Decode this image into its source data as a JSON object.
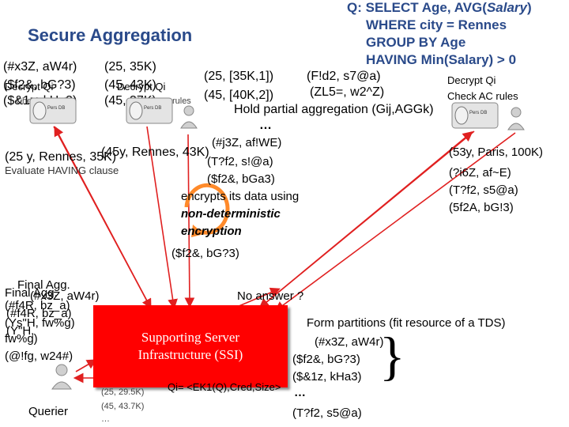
{
  "title": "Secure Aggregation",
  "query": {
    "line1_prefix": "Q",
    "line1_main": ": SELECT Age, AVG(",
    "line1_salary": "Salary",
    "line1_end": ")",
    "line2": "WHERE city = Rennes",
    "line3": "GROUP BY Age",
    "line4": "HAVING Min(Salary) > 0"
  },
  "left_group": {
    "col1": [
      "(#x3Z, aW4r)",
      "($f2&, bG?3)",
      "($&1z, kHa3)"
    ],
    "col1_overlay": [
      "Decrypt Qi",
      "Check AC rules"
    ],
    "col2": [
      "(25, 35K)",
      "(45, 43K)",
      "(45, 37K)"
    ],
    "col2_overlay": [
      "Decrypt Qi",
      "Check AC rules"
    ]
  },
  "middle_group": {
    "line1": "(25, [35K,1])",
    "line2": "(45, [40K,2])"
  },
  "right_top": {
    "line1": "(F!d2, s7@a)",
    "line2": "(ZL5=, w2^Z)",
    "decrypt": "Decrypt Qi",
    "check": "Check AC rules"
  },
  "hold_text": "Hold partial aggregation (Gij,AGGk)",
  "ellipsis": "…",
  "center": {
    "tuple1": "(#j3Z, af!WE)",
    "tuple2": "(T?f2, s!@a)",
    "tuple3": "($f2&, bGa3)",
    "enc1": "encrypts its data using",
    "enc2": "non-deterministic",
    "enc3": "encryption",
    "tuple4": "($f2&, bG?3)"
  },
  "left_mid": {
    "tuple1": "(25 y, Rennes, 35K)",
    "tuple2": "(45y, Rennes, 43K)",
    "evaluate": "Evaluate HAVING clause"
  },
  "right_mid": [
    "(53y, Paris, 100K)",
    "(?i6Z, af~E)",
    "(T?f2, s5@a)",
    "(5f2A, bG!3)"
  ],
  "final_agg": {
    "label1": "Final Agg.",
    "label2": "Final Agg.",
    "lines": [
      "(#x3Z, aW4r)",
      "(#f4R, bz_a)",
      "(Ys\"H, fw%g)",
      "fw%g)",
      "(@!fg, w24#)"
    ],
    "overlay": [
      "(#f4R, bz_a)",
      "(Y\"H,"
    ]
  },
  "no_answer": "No answer ?",
  "server": {
    "line1": "Supporting Server",
    "line2": "Infrastructure (SSI)"
  },
  "partitions": {
    "heading": "Form partitions (fit resource of a TDS)",
    "items": [
      "(#x3Z, aW4r)",
      "($f2&, bG?3)",
      "($&1z, kHa3)"
    ],
    "brace": "}",
    "ellipsis": "…",
    "last": "(T?f2, s5@a)"
  },
  "qi_label": "Qi= <EK1(Q),Cred,Size>",
  "querier": {
    "label": "Querier",
    "results": [
      "(25, 29.5K)",
      "(45, 43.7K)",
      "…"
    ]
  },
  "db_label": "Pers DB",
  "colors": {
    "server": "#ff0000",
    "arrow": "#e02020",
    "title": "#2a4a8a",
    "circle_arrow": "#ff8a2a"
  }
}
